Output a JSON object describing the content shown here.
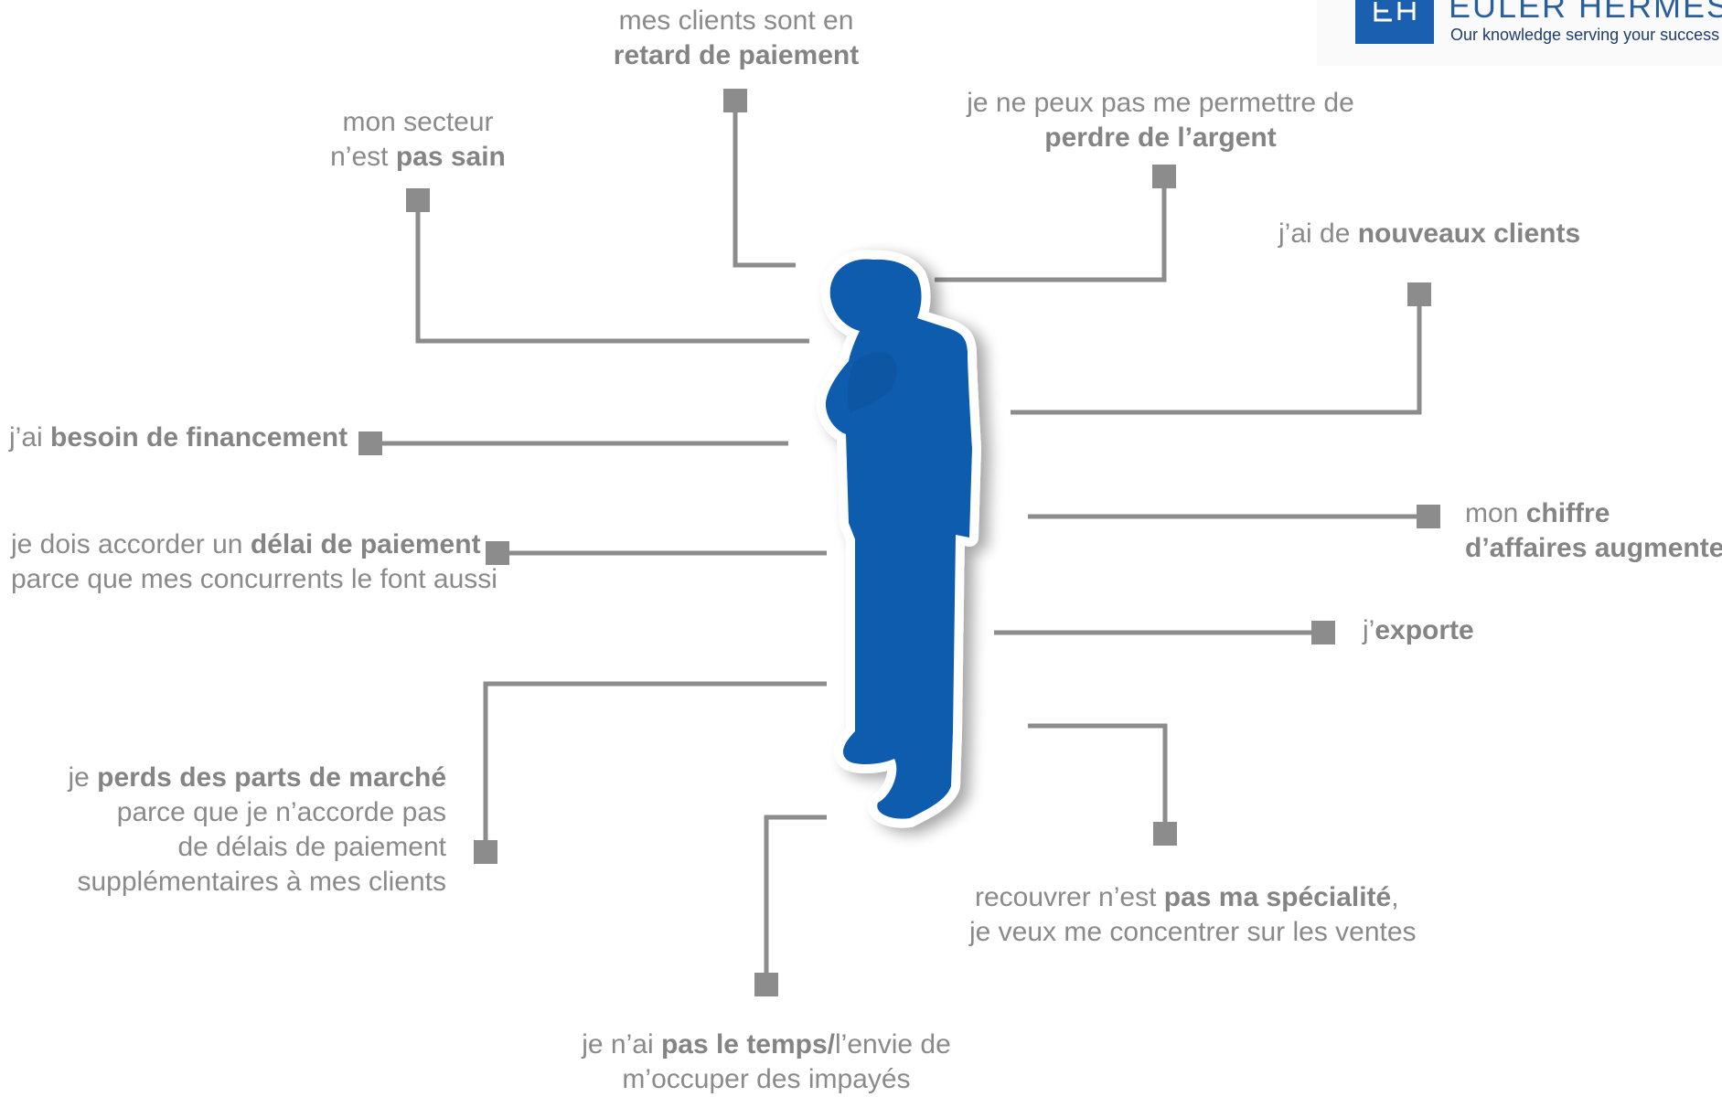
{
  "logo": {
    "name": "EULER HERMES",
    "tagline": "Our knowledge serving your success",
    "color": "#1a5fb0"
  },
  "colors": {
    "figure": "#0b5cad",
    "connector": "#8c8c8c",
    "text": "#8a8a8a"
  },
  "labels": [
    {
      "id": "retard",
      "lines": [
        [
          "mes clients sont en"
        ],
        [
          "",
          "retard de paiement"
        ]
      ]
    },
    {
      "id": "secteur",
      "lines": [
        [
          "mon secteur"
        ],
        [
          "n’est ",
          "pas sain"
        ]
      ]
    },
    {
      "id": "argent",
      "lines": [
        [
          "je ne peux pas me permettre de"
        ],
        [
          "",
          "perdre de l’argent"
        ]
      ]
    },
    {
      "id": "nouveaux",
      "lines": [
        [
          "j’ai de  ",
          "nouveaux clients"
        ]
      ]
    },
    {
      "id": "financement",
      "lines": [
        [
          "j’ai ",
          "besoin de financement"
        ]
      ]
    },
    {
      "id": "delai",
      "lines": [
        [
          "je dois accorder un ",
          "délai de paiement"
        ],
        [
          "parce que mes concurrents le font aussi"
        ]
      ]
    },
    {
      "id": "chiffre",
      "lines": [
        [
          "mon ",
          "chiffre"
        ],
        [
          "",
          "d’affaires augmente"
        ]
      ]
    },
    {
      "id": "exporte",
      "lines": [
        [
          "j’",
          "exporte"
        ]
      ]
    },
    {
      "id": "parts",
      "lines": [
        [
          "je ",
          "perds des parts de marché"
        ],
        [
          "parce que je n’accorde pas"
        ],
        [
          "de délais de paiement"
        ],
        [
          "supplémentaires à mes clients"
        ]
      ]
    },
    {
      "id": "specialite",
      "lines": [
        [
          "recouvrer n’est ",
          "pas ma spécialité",
          ","
        ],
        [
          "je veux me concentrer sur les ventes"
        ]
      ]
    },
    {
      "id": "temps",
      "lines": [
        [
          "je n’ai ",
          "pas le temps/",
          "l’envie de"
        ],
        [
          "m’occuper des impayés"
        ]
      ]
    }
  ]
}
